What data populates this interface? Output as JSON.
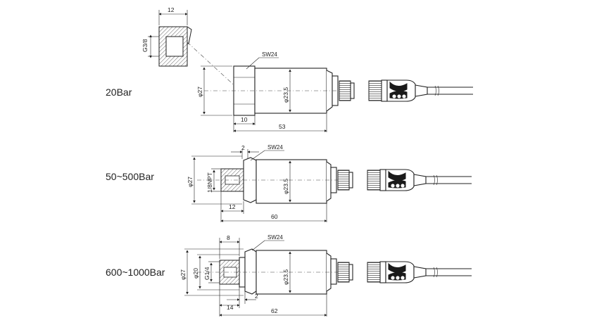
{
  "rows": [
    {
      "label": "20Bar",
      "sw": "SW24",
      "dims": {
        "dia_outer": "φ27",
        "dia_body": "φ23.5",
        "hex_len": "10",
        "total_len": "53"
      }
    },
    {
      "label": "50~500Bar",
      "sw": "SW24",
      "dims": {
        "dia_outer": "φ27",
        "thread": "1/8NPT",
        "dia_body": "φ23.5",
        "thread_len": "12",
        "total_len": "60",
        "step": "2"
      }
    },
    {
      "label": "600~1000Bar",
      "sw": "SW24",
      "dims": {
        "dia_outer": "φ27",
        "dia_inner": "φ20",
        "thread": "G1/4",
        "dia_body": "φ23.5",
        "thread_len": "14",
        "total_len": "62",
        "step": "2",
        "collar": "8"
      }
    }
  ],
  "adapter": {
    "width": "12",
    "thread": "G3/8"
  }
}
